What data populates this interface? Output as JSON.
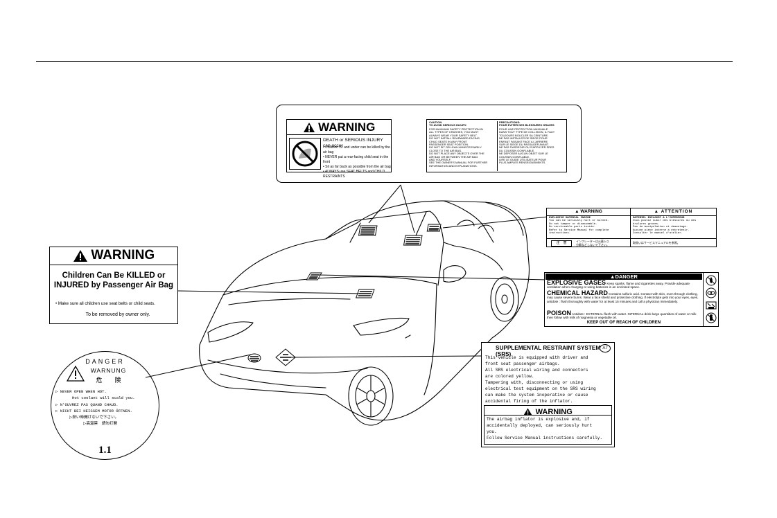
{
  "label_top": {
    "title": "WARNING",
    "headline": "DEATH or SERIOUS INJURY can occur",
    "bullets": [
      "Children 12 and under can be killed by the air bag",
      "NEVER put a rear-facing child seat in the front",
      "Sit as far back as possible from the air bag",
      "ALWAYS use SEAT BELTS and CHILD RESTRAINTS"
    ],
    "en_head": "CAUTION\nTO AVOID SERIOUS INJURY:",
    "en_lines": [
      "FOR MAXIMUM SAFETY PROTECTION IN",
      "ALL TYPES OF CRASHES, YOU MUST",
      "ALWAYS WEAR YOUR SAFETY BELT.",
      "DO NOT INSTALL REARWARD-FACING",
      "CHILD SEATS IN ANY FRONT",
      "PASSENGER SEAT POSITION.",
      "DO NOT SIT OR LEAN UNNECESSARILY",
      "CLOSE TO THE AIR BAG.",
      "DO NOT PLACE ANY OBJECTS OVER THE",
      "AIR BAG OR BETWEEN THE AIR BAG",
      "AND YOURSELF.",
      "SEE THE OWNER'S MANUAL FOR FURTHER",
      "INFORMATION AND EXPLANATIONS."
    ],
    "fr_head": "PRECAUTIONS:\nPOUR EVITER DES BLESSURES GRAVES",
    "fr_lines": [
      "POUR UNE PROTECTION MAXIMALE",
      "DANS TOUT TYPE DE COLLISION, IL FAUT",
      "TOUJOURS BOUCLER SA CEINTURE.",
      "NE PAS INSTALLER DE SIEGE POUR",
      "ENFANT FAISANT FACE A L'ARRIERE",
      "SUR LE SIEGE DU PASSAGER AVANT.",
      "NE PAS S'ASSEOIR OU S'APPUYER PRES",
      "DU COUSSIN GONFLABLE.",
      "NE DEPOSER AUCUN OBJET SUR LE",
      "COUSSIN GONFLABLE.",
      "LIRE LE GUIDE UTILISATEUR POUR",
      "PLUS AMPLES RENSEIGNEMENTS."
    ]
  },
  "label_left": {
    "title": "WARNING",
    "headline1": "Children Can Be KILLED or",
    "headline2": "INJURED by Passenger Air Bag",
    "note": "• Make sure all children use seat belts or child seats.",
    "removal": "To be removed by owner only."
  },
  "label_right_top": {
    "en_title": "WARNING",
    "fr_title": "ATTENTION",
    "en_sub": "EXPLOSIVE MATERIAL INSIDE",
    "fr_sub": "MATERIEL EXPLOSIF A L'INTERIEUR",
    "en_lines": [
      "You can be seriously hurt or burned.",
      "Do not tamper or disassemble.",
      "No serviceable parts inside.",
      "Refer to Service Manual for complete",
      "instructions."
    ],
    "fr_lines": [
      "Vous pouvez subir des blessures ou des",
      "brulures graves.",
      "Pas de manipulation ni demontage.",
      "Aucune piece interne a entretenir.",
      "Consulter le manuel d'atelier."
    ],
    "jp_label": "注　意",
    "jp_line1": "インフレーターは火薬入り",
    "jp_line2": "分解などしないで下さい。",
    "jp_line3": "取扱いはサービスマニュアルを参照。"
  },
  "label_battery": {
    "title": "DANGER",
    "explosive_head": "EXPLOSIVE GASES",
    "explosive_text": "Keep sparks, flame and cigarettes away. Provide adequate ventilation when charging or using batteries in an enclosed space.",
    "chemical_head": "CHEMICAL HAZARD",
    "chemical_text": "Contains sulfuric acid. Contact with skin, even through clothing, may cause severe burns. Wear a face shield and protective clothing. If electrolyte gets into your eyes, eyes, antidote : flush thoroughly with water for at least 15 minutes and call a physician immediately.",
    "poison_head": "POISON",
    "poison_text": "Antidote : EXTERNAL-flush with water. INTERNAL-drink large quantities of water or milk then follow with milk of magnesia or vegetable oil.",
    "footer": "KEEP OUT OF REACH OF CHILDREN"
  },
  "label_radiator": {
    "danger": "DANGER",
    "warnung": "WARNUNG",
    "kiken": "危　　険",
    "l1": "NEVER OPEN WHEN HOT.",
    "l2": "Hot coolant will scald you.",
    "l3": "N'OUVREZ PAS QUAND CHAUD.",
    "l4": "NICHT BEI HEISSEM MOTOR ÖFFNEN.",
    "l5": "熱い時開けないで下さい。",
    "l6": "高温禁　請勿打開",
    "pressure": "1.1"
  },
  "label_srs": {
    "title": "SUPPLEMENTAL RESTRAINT SYSTEM (SRS)",
    "code": "A7",
    "lines": [
      "This vehicle is equipped with driver and",
      "front seat passenger airbags.",
      "All SRS electrical wiring and connectors",
      "are colored yellow.",
      "Tampering with, disconnecting or using",
      "electrical test equipment on the SRS wiring",
      "can make the system inoperative or cause",
      "accidental firing of the inflator."
    ],
    "warning_title": "WARNING",
    "warning_lines": [
      "The airbag inflator is explosive and, if",
      "accidentally deployed, can seriously hurt",
      "you.",
      "Follow Service Manual instructions carefully."
    ]
  }
}
